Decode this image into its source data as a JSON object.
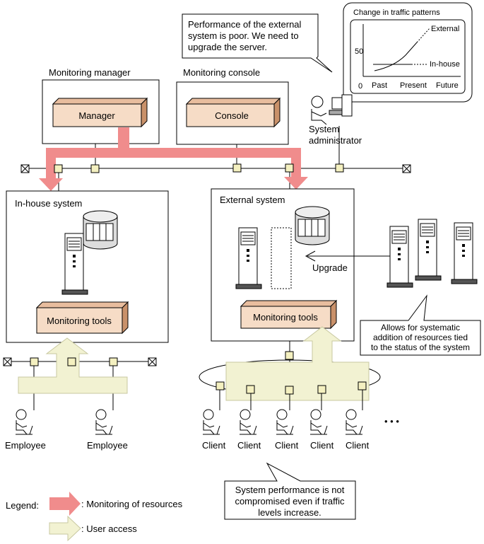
{
  "bubbles": {
    "performance_poor": [
      "Performance of the external",
      "system is poor. We need to",
      "upgrade the server."
    ],
    "systematic": [
      "Allows for systematic",
      "addition of resources tied",
      "to the status of the system"
    ],
    "not_compromised": [
      "System performance is not",
      "compromised even if traffic",
      "levels increase."
    ]
  },
  "traffic_chart": {
    "title": "Change in traffic patterns",
    "y_tick_top": "50",
    "y_tick_zero": "0",
    "x_ticks": [
      "Past",
      "Present",
      "Future"
    ],
    "series": [
      "External",
      "In-house"
    ]
  },
  "labels": {
    "monitoring_manager": "Monitoring manager",
    "monitoring_console": "Monitoring console",
    "manager": "Manager",
    "console": "Console",
    "system_administrator": [
      "System",
      "administrator"
    ],
    "inhouse_system": "In-house system",
    "external_system": "External system",
    "monitoring_tools": "Monitoring tools",
    "upgrade": "Upgrade",
    "employee": "Employee",
    "client": "Client",
    "ellipsis": "• • •"
  },
  "legend": {
    "title": "Legend:",
    "monitoring": ": Monitoring of resources",
    "user_access": ": User access"
  },
  "colors": {
    "monitoring_arrow": "#f08c8c",
    "user_arrow": "#f2f2d2",
    "box_fill": "#f6dcc6",
    "box_side": "#c9916a",
    "node_fill": "#f4f0c0"
  }
}
